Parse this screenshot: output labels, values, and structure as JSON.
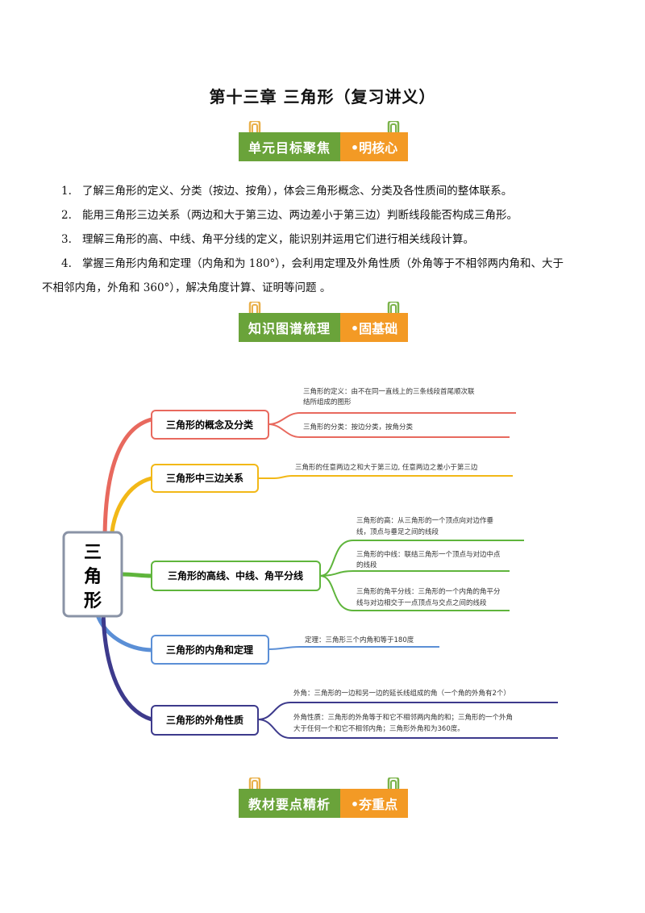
{
  "title": "第十三章 三角形（复习讲义）",
  "banners": [
    {
      "left": "单元目标聚焦",
      "right": "•明核心"
    },
    {
      "left": "知识图谱梳理",
      "right": "•固基础"
    },
    {
      "left": "教材要点精析",
      "right": "•夯重点"
    }
  ],
  "goals": [
    {
      "num": "1.",
      "text": "了解三角形的定义、分类（按边、按角），体会三角形概念、分类及各性质间的整体联系。"
    },
    {
      "num": "2.",
      "text": "能用三角形三边关系（两边和大于第三边、两边差小于第三边）判断线段能否构成三角形。"
    },
    {
      "num": "3.",
      "text": "理解三角形的高、中线、角平分线的定义，能识别并运用它们进行相关线段计算。"
    },
    {
      "num": "4.",
      "text": "掌握三角形内角和定理（内角和为 180°），会利用定理及外角性质（外角等于不相邻两内角和、大于"
    },
    {
      "num": "",
      "text": "不相邻内角，外角和 360°），解决角度计算、证明等问题 。"
    }
  ],
  "mindmap": {
    "center": [
      "三",
      "角",
      "形"
    ],
    "colors": {
      "red": "#e8695e",
      "yellow": "#f2b817",
      "green": "#5fb53c",
      "blue": "#5b8fd6",
      "purple": "#3d3a8c",
      "center_border": "#8a93a6"
    },
    "branches": [
      {
        "label": "三角形的概念及分类",
        "leaves": [
          [
            "三角形的定义：由不在同一直线上的三条线段首尾顺次联",
            "结所组成的图形"
          ],
          [
            "三角形的分类：按边分类，按角分类"
          ]
        ]
      },
      {
        "label": "三角形中三边关系",
        "leaves": [
          [
            "三角形的任意两边之和大于第三边, 任意两边之差小于第三边"
          ]
        ]
      },
      {
        "label": "三角形的高线、中线、角平分线",
        "leaves": [
          [
            "三角形的高：从三角形的一个顶点向对边作垂",
            "线，顶点与垂足之间的线段"
          ],
          [
            "三角形的中线：联结三角形一个顶点与对边中点",
            "的线段"
          ],
          [
            "三角形的角平分线：三角形的一个内角的角平分",
            "线与对边相交于一点顶点与交点之间的线段"
          ]
        ]
      },
      {
        "label": "三角形的内角和定理",
        "leaves": [
          [
            "定理：三角形三个内角和等于180度"
          ]
        ]
      },
      {
        "label": "三角形的外角性质",
        "leaves": [
          [
            "外角：三角形的一边和另一边的延长线组成的角（一个角的外角有2个）"
          ],
          [
            "外角性质：三角形的外角等于和它不相邻两内角的和；三角形的一个外角",
            "大于任何一个和它不相邻内角；三角形外角和为360度。"
          ]
        ]
      }
    ]
  }
}
